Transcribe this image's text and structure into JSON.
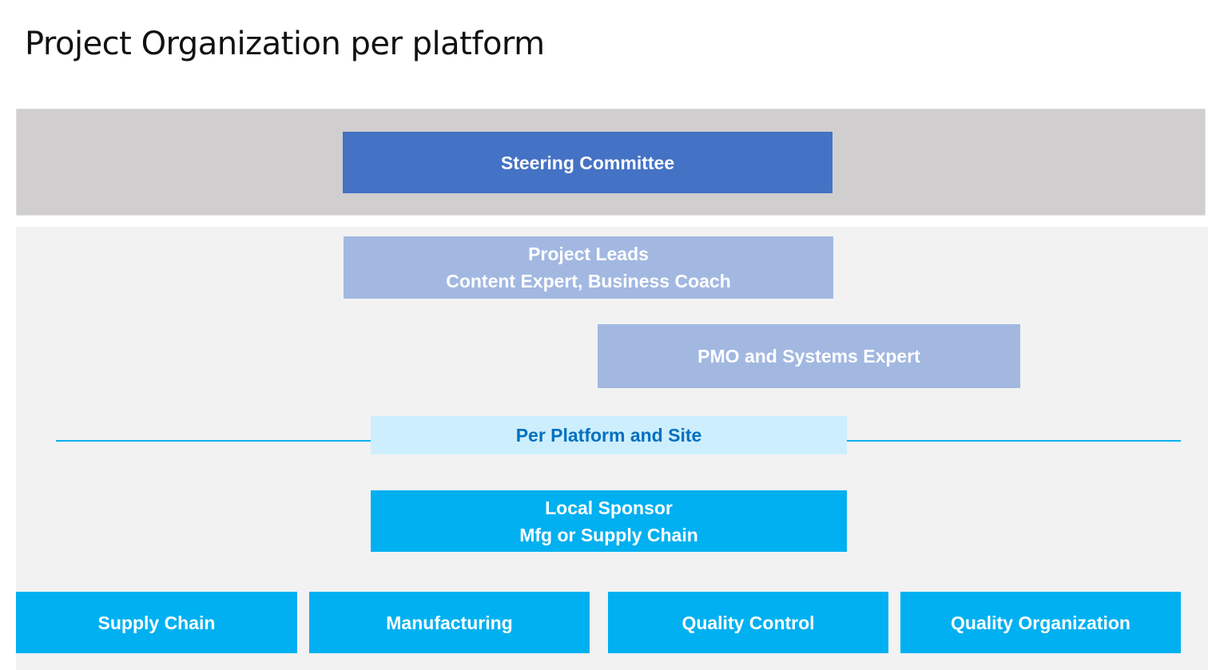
{
  "title": "Project Organization per platform",
  "steering": "Steering Committee",
  "project_leads": {
    "line1": "Project Leads",
    "line2": "Content Expert, Business Coach"
  },
  "pmo": "PMO and Systems Expert",
  "per_platform": "Per Platform and Site",
  "local_sponsor": {
    "line1": "Local Sponsor",
    "line2": "Mfg or Supply Chain"
  },
  "functions": [
    "Supply Chain",
    "Manufacturing",
    "Quality Control",
    "Quality Organization"
  ],
  "colors": {
    "steering": "#4472c4",
    "leads": "#a2b8e1",
    "cyan": "#00b0f0",
    "light": "#cdeefd",
    "text_blue": "#0070c0"
  }
}
